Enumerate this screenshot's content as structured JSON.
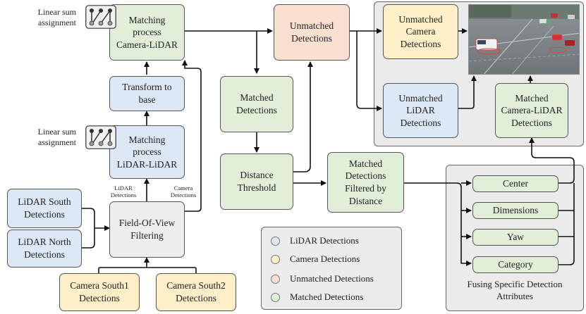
{
  "boxes": {
    "matching_camera_lidar": "Matching\nprocess\nCamera-LiDAR",
    "transform_to_base": "Transform to\nbase",
    "matching_lidar_lidar": "Matching\nprocess\nLiDAR-LiDAR",
    "lidar_south": "LiDAR South\nDetections",
    "lidar_north": "LiDAR North\nDetections",
    "fov_filtering": "Field-Of-View\nFiltering",
    "camera_south1": "Camera South1\nDetections",
    "camera_south2": "Camera South2\nDetections",
    "unmatched_detections": "Unmatched\nDetections",
    "matched_detections": "Matched\nDetections",
    "distance_threshold": "Distance\nThreshold",
    "matched_filtered": "Matched\nDetections\nFiltered by\nDistance",
    "unmatched_camera": "Unmatched\nCamera\nDetections",
    "unmatched_lidar": "Unmatched\nLiDAR\nDetections",
    "matched_camera_lidar": "Matched\nCamera-LiDAR\nDetections",
    "attr_center": "Center",
    "attr_dimensions": "Dimensions",
    "attr_yaw": "Yaw",
    "attr_category": "Category"
  },
  "labels": {
    "lsa_top": "Linear sum\nassignment",
    "lsa_bottom": "Linear sum\nassignment",
    "lidar_detections_small": "LiDAR\nDetections",
    "camera_detections_small": "Camera\nDetections",
    "fusing_caption": "Fusing Specific Detection\nAttributes"
  },
  "legend": [
    {
      "label": "LiDAR Detections",
      "color": "#dce8f5"
    },
    {
      "label": "Camera Detections",
      "color": "#fdf0c8"
    },
    {
      "label": "Unmatched Detections",
      "color": "#fbe0d2"
    },
    {
      "label": "Matched Detections",
      "color": "#e2efd8"
    }
  ],
  "colors": {
    "lidar": "#dce8f5",
    "camera": "#fdf0c8",
    "unmatched": "#fbe0d2",
    "matched": "#e2efd8",
    "neutral": "#eeeeee"
  },
  "icons": [
    "linear-sum-assignment-icon",
    "camera-scene-image"
  ]
}
